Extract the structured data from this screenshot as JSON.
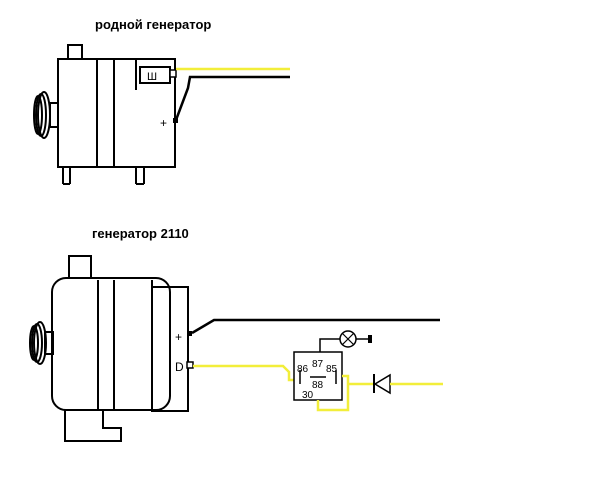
{
  "titles": {
    "native": "родной генератор",
    "gen2110": "генератор 2110"
  },
  "native_generator": {
    "terminal_sh": "Ш",
    "terminal_plus": "+"
  },
  "gen2110_generator": {
    "terminal_plus": "+",
    "terminal_d": "D"
  },
  "relay": {
    "pin_86": "86",
    "pin_87": "87",
    "pin_85": "85",
    "pin_88": "88",
    "pin_30": "30"
  },
  "colors": {
    "wire_yellow": "#f2ee3a",
    "wire_black": "#000000",
    "outline": "#000000"
  },
  "icons": {
    "lamp": "lamp-icon",
    "diode": "diode-icon"
  }
}
